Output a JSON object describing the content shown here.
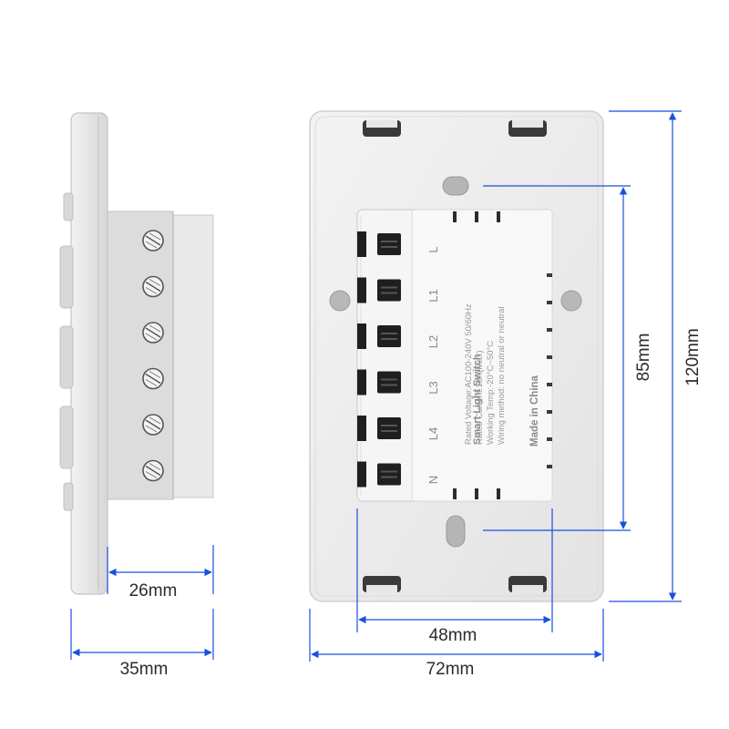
{
  "colors": {
    "dimension_line": "#1a4fe0",
    "plate": "#ececec",
    "plate_edge": "#c9c9c9",
    "module": "#f4f4f4",
    "terminal": "#1f1f1f"
  },
  "dimensions": {
    "side_depth_inner": "26mm",
    "side_depth_total": "35mm",
    "terminal_width": "48mm",
    "plate_width": "72mm",
    "mount_spacing": "85mm",
    "plate_height": "120mm"
  },
  "terminals": [
    "L",
    "L1",
    "L2",
    "L3",
    "L4",
    "N"
  ],
  "module": {
    "title": "Smart Light Switch",
    "spec_lines": [
      "Rated Voltage:AC100-240V 50/60Hz",
      "Rated Current:10A(Max)",
      "Working Temp:-20°C~50°C",
      "Wiring method: no neutral or neutral"
    ],
    "origin": "Made in China"
  },
  "icons": [
    "screw-icon",
    "mounting-hole-icon",
    "clip-icon"
  ]
}
